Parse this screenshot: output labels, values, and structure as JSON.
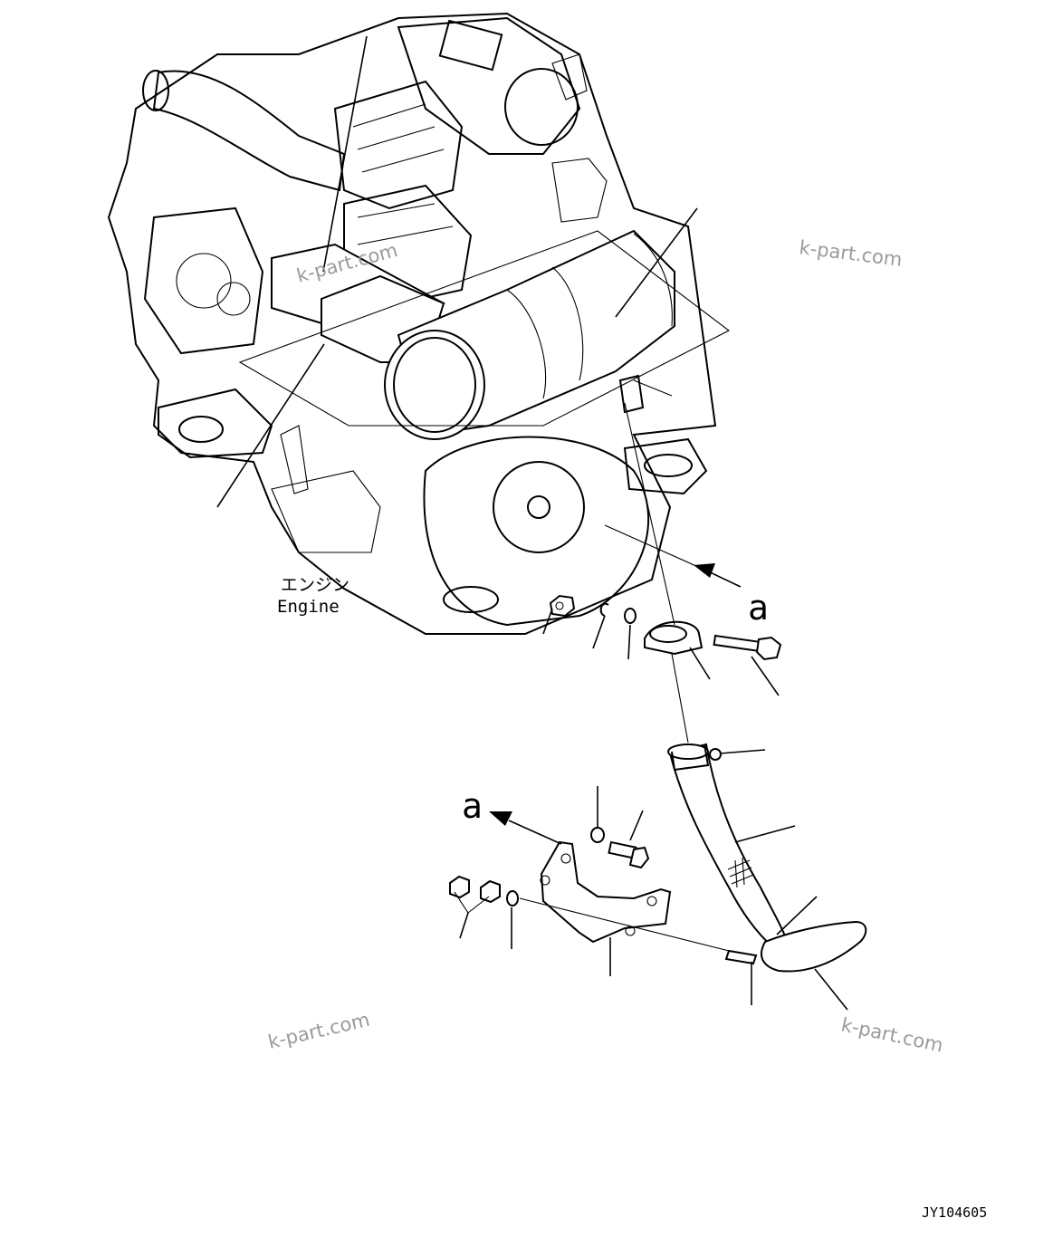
{
  "labels": {
    "engine_jp": "エンジン",
    "engine_en": "Engine",
    "view_a_upper": "a",
    "view_a_lower": "a",
    "drawing_number": "JY104605"
  },
  "watermarks": [
    "k-part.com",
    "k-part.com",
    "k-part.com",
    "k-part.com"
  ],
  "icons": {
    "arrow": "arrow-icon",
    "hatch": "hatch-mark-icon"
  },
  "colors": {
    "line": "#000000",
    "background": "#ffffff",
    "watermark": "#9a9a9a"
  }
}
